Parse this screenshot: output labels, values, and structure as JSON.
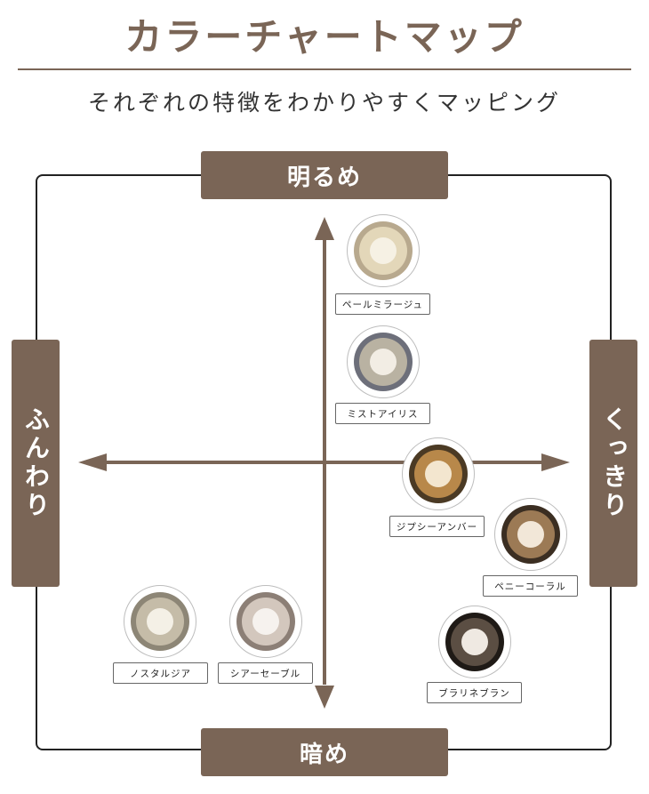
{
  "title": "カラーチャートマップ",
  "subtitle": "それぞれの特徴をわかりやすくマッピング",
  "axis_labels": {
    "top": "明るめ",
    "bottom": "暗め",
    "left": "ふんわり",
    "right": "くっきり"
  },
  "lenses": [
    {
      "name": "ペールミラージュ",
      "ring": "#b8a98e",
      "inner": "#e3d7b9",
      "pupil": "#f6f1e4"
    },
    {
      "name": "ミストアイリス",
      "ring": "#6d6f7a",
      "inner": "#b9b2a2",
      "pupil": "#f2ede4"
    },
    {
      "name": "ジプシーアンバー",
      "ring": "#4b3a24",
      "inner": "#b8884a",
      "pupil": "#f3e6cf"
    },
    {
      "name": "ペニーコーラル",
      "ring": "#3b2e22",
      "inner": "#9c7a55",
      "pupil": "#f2e7d8"
    },
    {
      "name": "ブラリネブラン",
      "ring": "#1f1a16",
      "inner": "#5b4e43",
      "pupil": "#efe9e2"
    },
    {
      "name": "ノスタルジア",
      "ring": "#8d8676",
      "inner": "#c5bca8",
      "pupil": "#f4f0e6"
    },
    {
      "name": "シアーセーブル",
      "ring": "#8c7f76",
      "inner": "#d3c7bd",
      "pupil": "#f6f2ee"
    }
  ]
}
